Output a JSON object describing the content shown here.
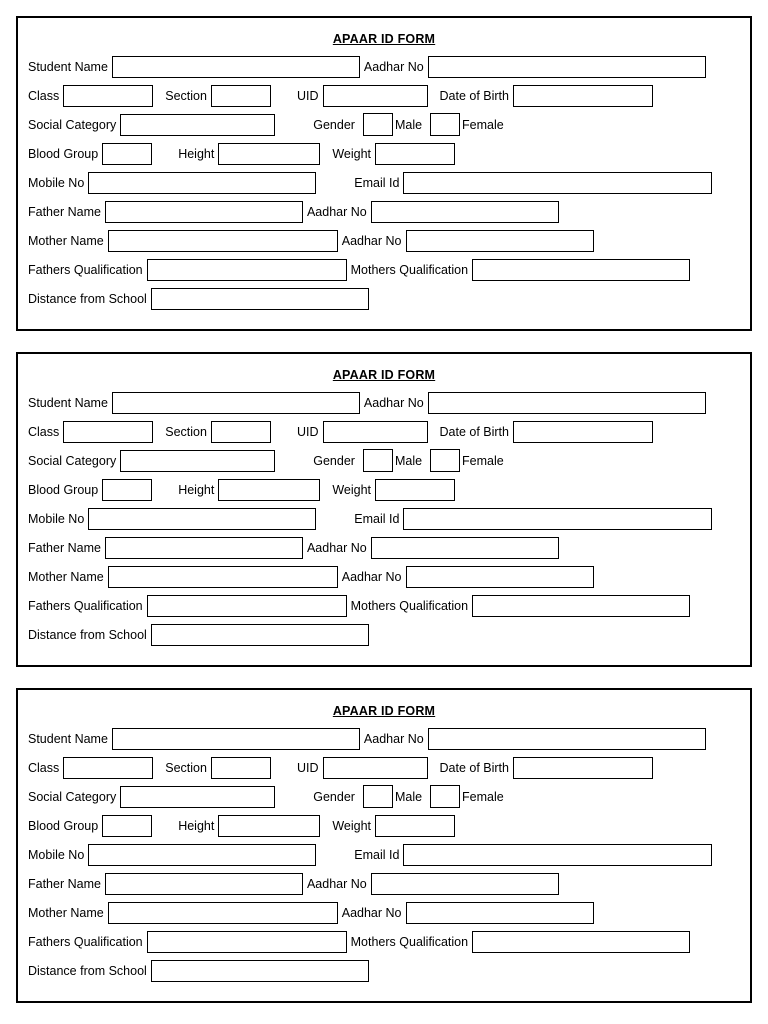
{
  "document": {
    "type": "printable-form",
    "copies": 3,
    "form_title": "APAAR ID FORM"
  },
  "labels": {
    "student_name": "Student Name",
    "aadhar_no": "Aadhar No",
    "class": "Class",
    "section": "Section",
    "uid": "UID",
    "date_of_birth": "Date of Birth",
    "social_category": "Social Category",
    "gender": "Gender",
    "male": "Male",
    "female": "Female",
    "blood_group": "Blood Group",
    "height": "Height",
    "weight": "Weight",
    "mobile_no": "Mobile No",
    "email_id": "Email Id",
    "father_name": "Father Name",
    "father_aadhar_no": "Aadhar No",
    "mother_name": "Mother Name",
    "mother_aadhar_no": "Aadhar No",
    "fathers_qualification": "Fathers Qualification",
    "mothers_qualification": "Mothers Qualification",
    "distance_from_school": "Distance from School"
  },
  "values": {
    "student_name": "",
    "aadhar_no": "",
    "class": "",
    "section": "",
    "uid": "",
    "date_of_birth": "",
    "social_category": "",
    "gender_male_checked": "",
    "gender_female_checked": "",
    "blood_group": "",
    "height": "",
    "weight": "",
    "mobile_no": "",
    "email_id": "",
    "father_name": "",
    "father_aadhar_no": "",
    "mother_name": "",
    "mother_aadhar_no": "",
    "fathers_qualification": "",
    "mothers_qualification": "",
    "distance_from_school": ""
  },
  "colors": {
    "border": "#000000",
    "text": "#000000",
    "background": "#ffffff"
  }
}
